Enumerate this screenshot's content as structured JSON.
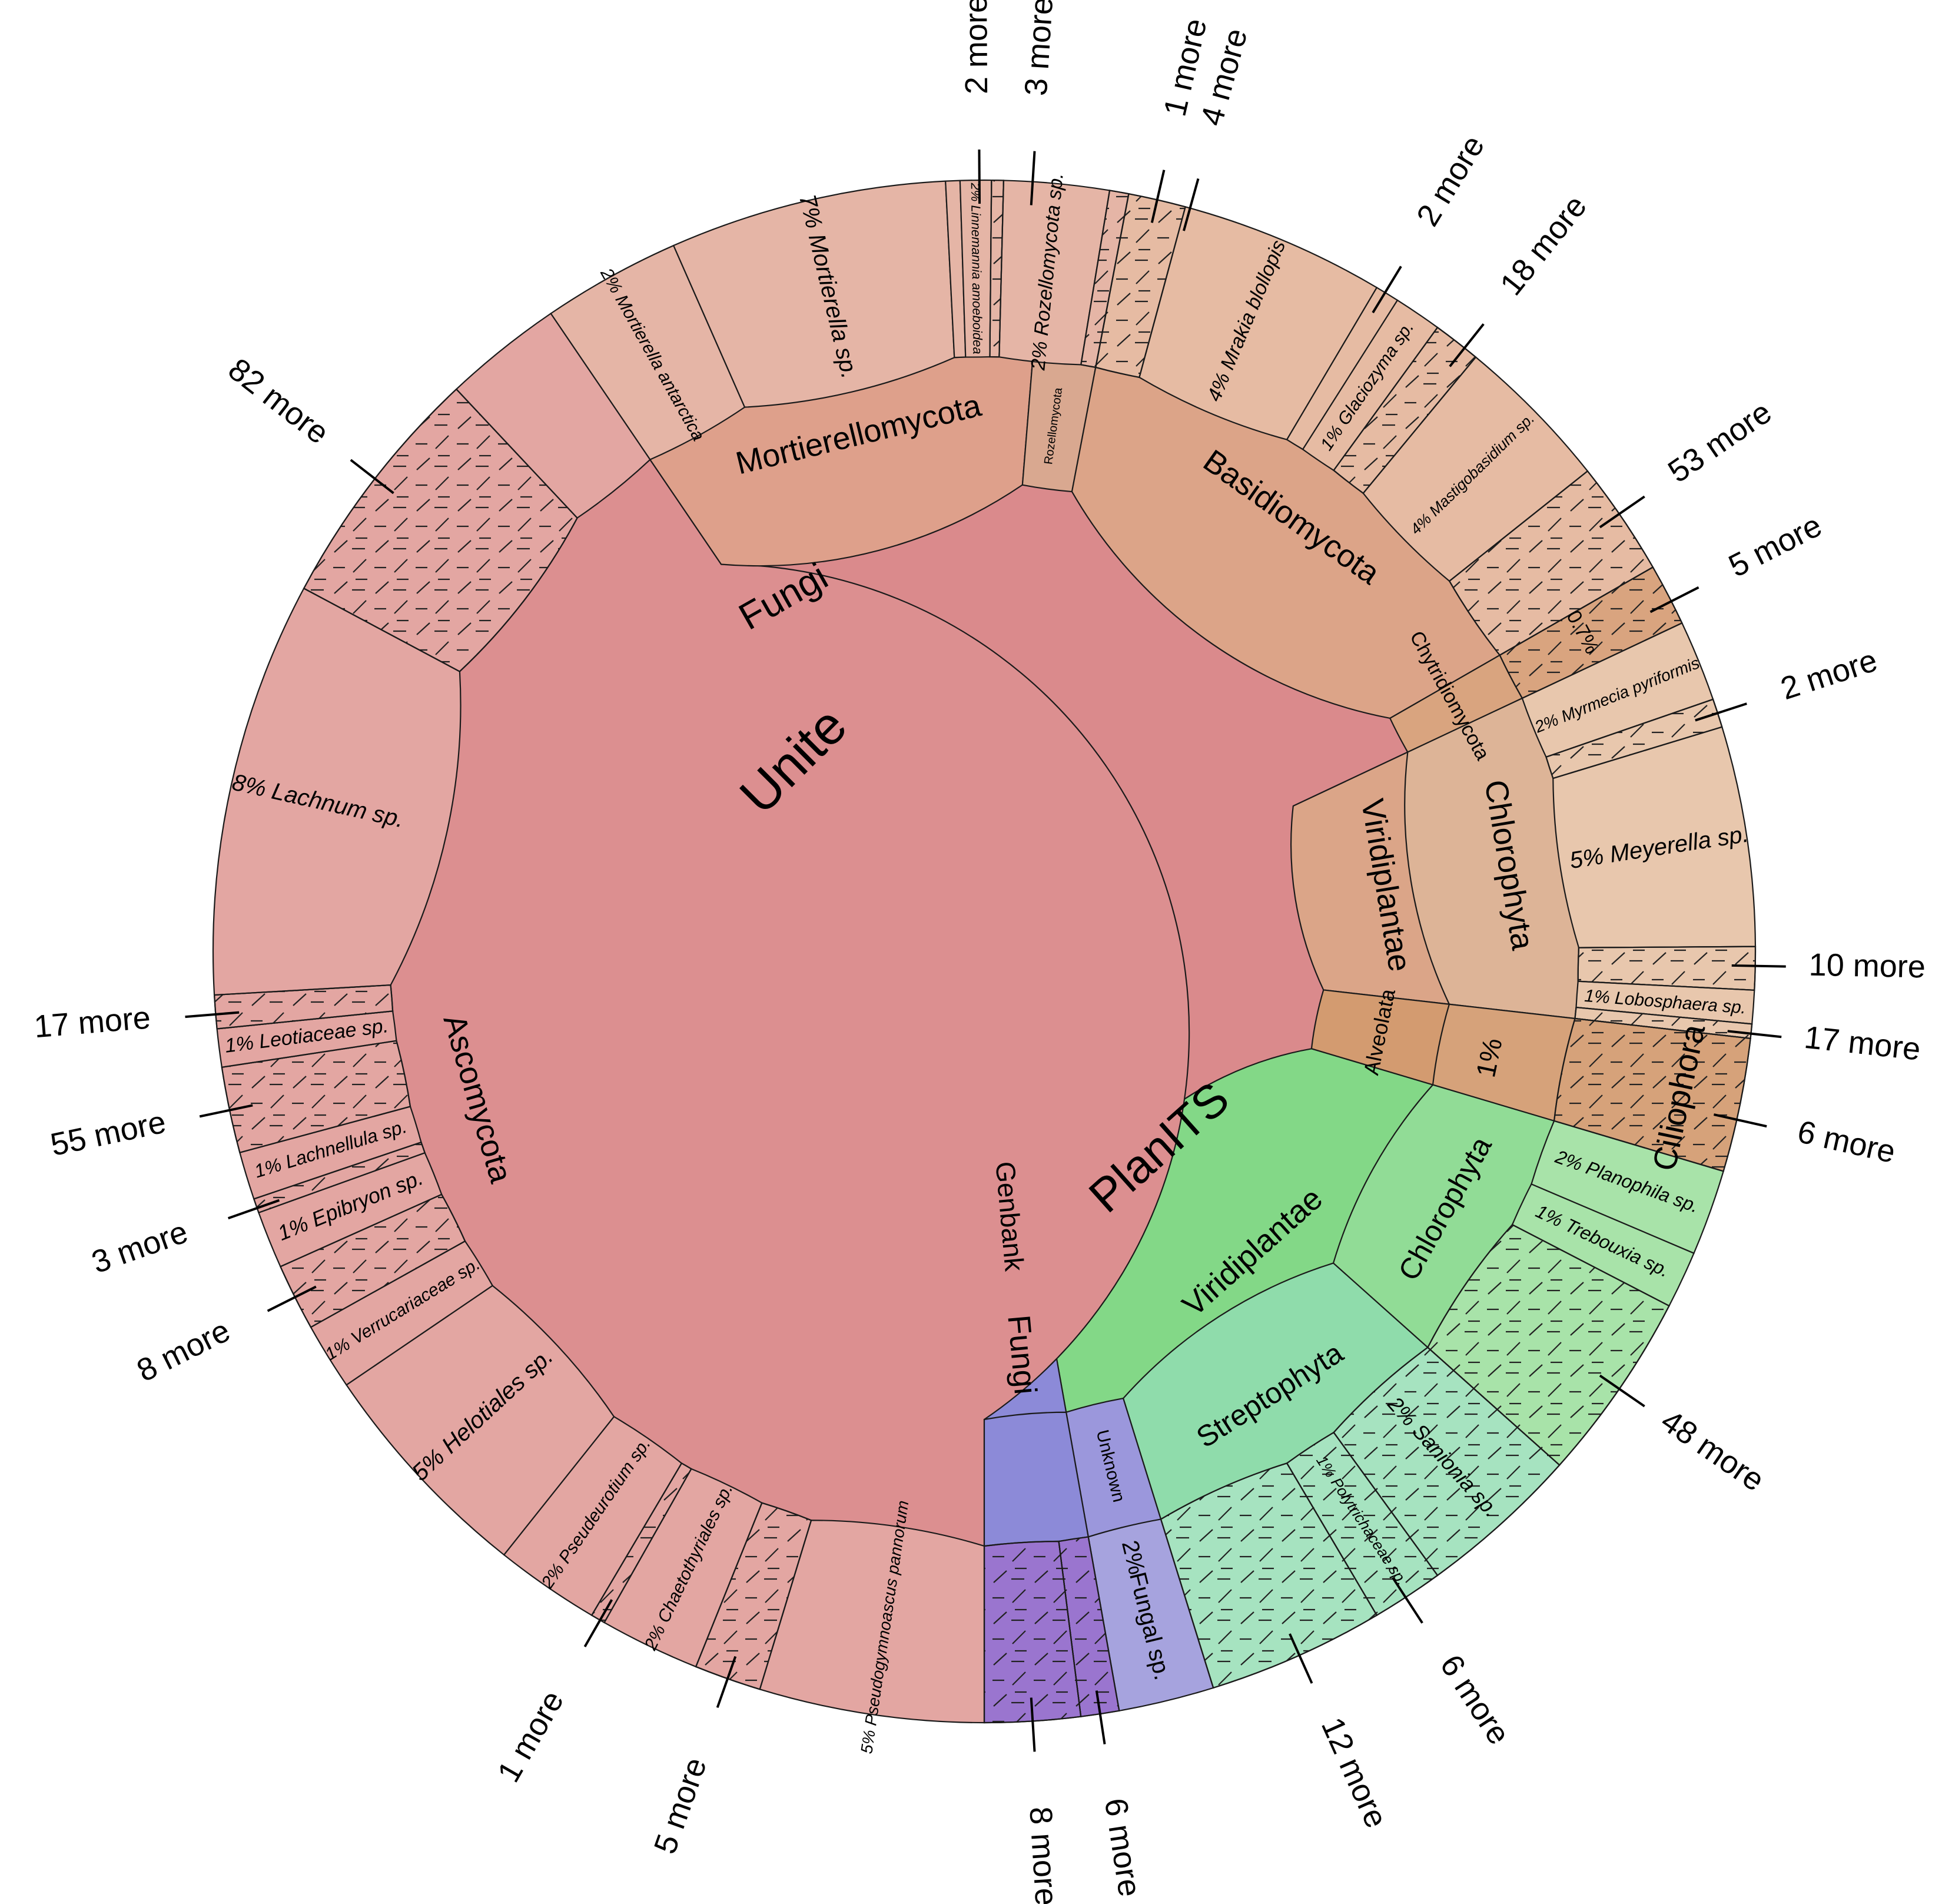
{
  "chart_data": {
    "type": "sunburst",
    "colors": {
      "unite": "#d37570",
      "unite_fungi": "#da8a8c",
      "ascomycota": "#dc8f90",
      "ascomycota_leaf": "#e3a6a2",
      "mortierellomycota": "#dea08b",
      "mortierellomycota_leaf": "#e5b5a6",
      "rozellomycota": "#d9a890",
      "basidiomycota": "#dca488",
      "basidiomycota_leaf": "#e6bba3",
      "chytridiomycota": "#d9a47f",
      "viridiplantae_unite": "#dba588",
      "chlorophyta_unite": "#ddb497",
      "chlorophyta_unite_leaf": "#e8c7ad",
      "alveolata": "#d39b70",
      "ciliophora": "#d6a27a",
      "planits": "#6dd07a",
      "planits_viridiplantae": "#83d887",
      "planits_chlorophyta": "#91dc96",
      "planits_chlorophyta_leaf": "#a8e3a9",
      "streptophyta": "#8fdcab",
      "streptophyta_leaf": "#a6e3c0",
      "genbank": "#7376d2",
      "genbank_fungi": "#8c8ad8",
      "genbank_unknown": "#9b97dc",
      "fungal_sp": "#a6a3de",
      "genbank_leaf": "#9a75cf"
    },
    "segments": [
      {
        "name": "Unite",
        "level": 0,
        "start": 0,
        "end": 0.747,
        "color": "unite"
      },
      {
        "name": "PlanITS",
        "level": 0,
        "start": 0.792,
        "end": 1.0,
        "color": "planits"
      },
      {
        "name": "Genbank",
        "level": 0,
        "start": 0.747,
        "end": 0.792,
        "color": "genbank"
      },
      {
        "name": "Fungi",
        "level": 1,
        "start": 0.083,
        "end": 0.747,
        "color": "unite_fungi"
      },
      {
        "name": "Viridiplantae",
        "level": 1,
        "start": 0.028,
        "end": 0.083,
        "color": "viridiplantae_unite"
      },
      {
        "name": "Alveolata",
        "level": 1,
        "start": 0.018,
        "end": 0.028,
        "color": "alveolata"
      },
      {
        "name": "Viridiplantae",
        "level": 1,
        "start": 0.792,
        "end": 0.982,
        "color": "planits_viridiplantae"
      },
      {
        "name": "Fungi",
        "level": 1,
        "start": 0.747,
        "end": 0.792,
        "color": "genbank_fungi"
      },
      {
        "name": "Ascomycota",
        "level": 2,
        "start": 0.381,
        "end": 0.747,
        "color": "ascomycota"
      },
      {
        "name": "Mortierellomycota",
        "level": 2,
        "start": 0.913,
        "end": 0.012,
        "color": "mortierellomycota",
        "wrap": true
      },
      {
        "name": "Rozellomycota",
        "level": 2,
        "start": 0.012,
        "end": 0.023,
        "color": "rozellomycota"
      },
      {
        "name": "Basidiomycota",
        "level": 2,
        "start": 0.023,
        "end": 0.168,
        "color": "basidiomycota"
      },
      {
        "name": "Chytridiomycota",
        "level": 2,
        "start": 0.168,
        "end": 0.176,
        "color": "chytridiomycota"
      },
      {
        "name": "Chlorophyta",
        "level": 2,
        "start": 0.176,
        "end": 0.262,
        "color": "chlorophyta_unite"
      },
      {
        "name": "Ciliophora",
        "level": 2,
        "start": 0.262,
        "end": 0.295,
        "color": "ciliophora"
      },
      {
        "name": "Chlorophyta",
        "level": 2,
        "start": 0.295,
        "end": 0.383,
        "color": "planits_chlorophyta"
      },
      {
        "name": "Streptophyta",
        "level": 2,
        "start": 0.383,
        "end": 0.455,
        "color": "streptophyta"
      },
      {
        "name": "Unknown",
        "level": 2,
        "start": 0.455,
        "end": 0.465,
        "color": "genbank_unknown"
      },
      {
        "name": "Fungal sp.",
        "level": 2,
        "start": 0.465,
        "end": 0.477,
        "color": "fungal_sp"
      }
    ],
    "labels": [
      {
        "text": "Unite"
      },
      {
        "text": "Fungi"
      },
      {
        "text": "Mortierellomycota"
      },
      {
        "text": "Rozellomycota"
      },
      {
        "text": "Basidiomycota"
      },
      {
        "text": "Chytridiomycota"
      },
      {
        "text": "0.7%"
      },
      {
        "text": "Viridiplantae"
      },
      {
        "text": "Chlorophyta"
      },
      {
        "text": "Alveolata"
      },
      {
        "text": "1%"
      },
      {
        "text": "Ciliophora"
      },
      {
        "text": "Ascomycota"
      },
      {
        "text": "PlanITS"
      },
      {
        "text": "Viridiplantae"
      },
      {
        "text": "Chlorophyta"
      },
      {
        "text": "Streptophyta"
      },
      {
        "text": "Genbank"
      },
      {
        "text": "Fungi"
      },
      {
        "text": "Unknown"
      },
      {
        "text": "2%"
      },
      {
        "text": "Fungal sp."
      }
    ],
    "leaves": [
      {
        "name": "Mortierella antarctica",
        "pct": "2%"
      },
      {
        "name": "Mortierella sp.",
        "pct": "7%"
      },
      {
        "name": "Linnemannia amoeboidea",
        "pct": "2%"
      },
      {
        "name": "Rozellomycota sp.",
        "pct": "2%"
      },
      {
        "name": "Mrakia blollopis",
        "pct": "4%"
      },
      {
        "name": "Glaciozyma sp.",
        "pct": "1%"
      },
      {
        "name": "Mastigobasidium sp.",
        "pct": "4%"
      },
      {
        "name": "Myrmecia pyriformis",
        "pct": "2%"
      },
      {
        "name": "Meyerella sp.",
        "pct": "5%"
      },
      {
        "name": "Lobosphaera sp.",
        "pct": "1%"
      },
      {
        "name": "Planophila sp.",
        "pct": "2%"
      },
      {
        "name": "Trebouxia sp.",
        "pct": "1%"
      },
      {
        "name": "Sanionia sp.",
        "pct": "2%"
      },
      {
        "name": "Polytrichaceae sp.",
        "pct": "1%"
      },
      {
        "name": "Pseudogymnoascus pannorum",
        "pct": "5%"
      },
      {
        "name": "Chaetothyriales sp.",
        "pct": "2%"
      },
      {
        "name": "Pseudeurotium sp.",
        "pct": "2%"
      },
      {
        "name": "Helotiales sp.",
        "pct": "5%"
      },
      {
        "name": "Verrucariaceae sp.",
        "pct": "1%"
      },
      {
        "name": "Epibryon sp.",
        "pct": "1%"
      },
      {
        "name": "Lachnellula sp.",
        "pct": "1%"
      },
      {
        "name": "Leotiaceae sp.",
        "pct": "1%"
      },
      {
        "name": "Lachnum sp.",
        "pct": "8%"
      }
    ],
    "more_labels": [
      "2 more",
      "3 more",
      "1 more",
      "4 more",
      "2 more",
      "18 more",
      "53 more",
      "5 more",
      "2 more",
      "10 more",
      "17 more",
      "6 more",
      "48 more",
      "6 more",
      "12 more",
      "6 more",
      "8 more",
      "5 more",
      "1 more",
      "8 more",
      "3 more",
      "55 more",
      "17 more",
      "82 more"
    ]
  }
}
